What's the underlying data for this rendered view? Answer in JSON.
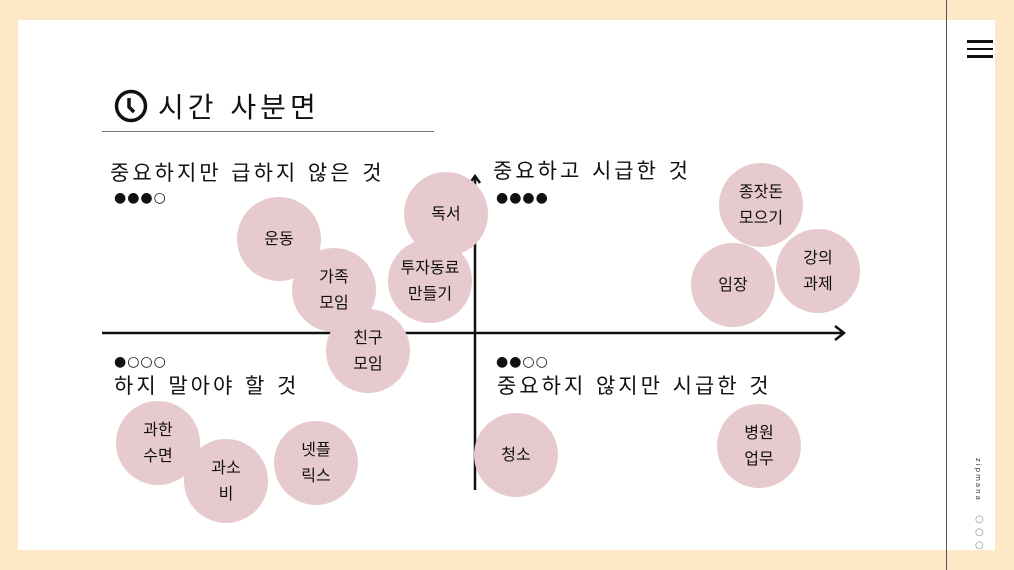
{
  "title": "시간 사분면",
  "quadrants": [
    {
      "label": "중요하지만 급하지 않은 것",
      "dots": "●●●○"
    },
    {
      "label": "중요하고 시급한 것",
      "dots": "●●●●"
    },
    {
      "label": "하지 말아야 할 것",
      "dots": "●○○○"
    },
    {
      "label": "중요하지 않지만 시급한 것",
      "dots": "●●○○"
    }
  ],
  "items": [
    "운동",
    "가족\n모임",
    "친구\n모임",
    "독서",
    "투자동료\n만들기",
    "종잣돈\n모으기",
    "임장",
    "강의\n과제",
    "과한\n수면",
    "과소\n비",
    "넷플\n릭스",
    "청소",
    "병원\n업무"
  ],
  "brand": "zipmana",
  "side_dots": "○\n○\n○",
  "colors": {
    "circle": "#e6cacd",
    "background": "#fde9c8"
  }
}
